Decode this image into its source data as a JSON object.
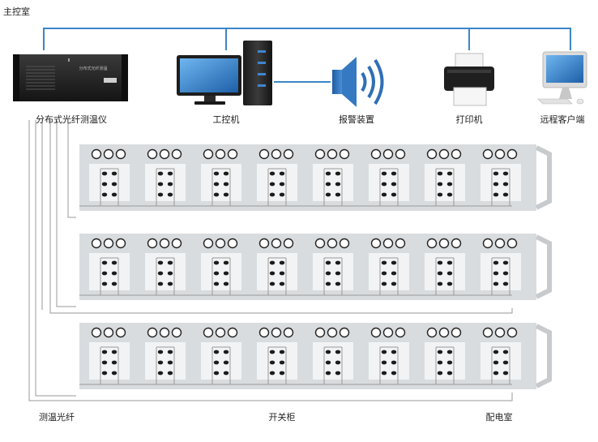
{
  "labels": {
    "main_control_room": "主控室",
    "dts_instrument": "分布式光纤测温仪",
    "ipc": "工控机",
    "alarm": "报警装置",
    "printer": "打印机",
    "remote_client": "远程客户端",
    "fiber": "测温光纤",
    "switchgear": "开关柜",
    "distribution_room": "配电室"
  },
  "device_panel_text": "分布式光纤测温",
  "switchgear": {
    "rows": 3,
    "cabinets_per_row": 8,
    "knobs_per_cabinet": 3,
    "contact_pairs_per_cabinet": 3
  },
  "colors": {
    "network_line": "#3a86c8",
    "cabinet_body": "#d9dcde",
    "cabinet_door": "#f2f3f4",
    "fiber_line": "#999999",
    "contact": "#1c1c1c",
    "monitor_screen": "#2a7fd1",
    "speaker": "#2f6fb6"
  },
  "icons": {
    "dts": "rack-unit-icon",
    "ipc": "desktop-computer-icon",
    "alarm": "speaker-icon",
    "printer": "printer-icon",
    "remote": "imac-computer-icon"
  }
}
